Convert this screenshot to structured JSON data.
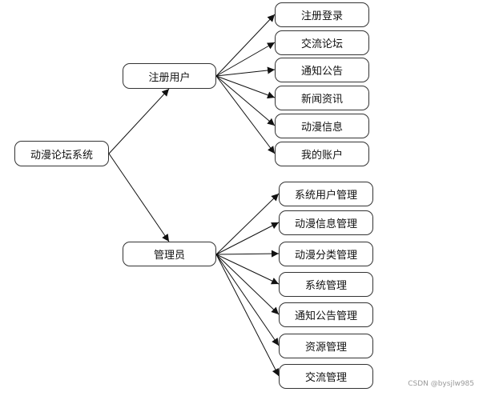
{
  "root": {
    "label": "动漫论坛系统"
  },
  "branches": [
    {
      "label": "注册用户",
      "children": [
        "注册登录",
        "交流论坛",
        "通知公告",
        "新闻资讯",
        "动漫信息",
        "我的账户"
      ]
    },
    {
      "label": "管理员",
      "children": [
        "系统用户管理",
        "动漫信息管理",
        "动漫分类管理",
        "系统管理",
        "通知公告管理",
        "资源管理",
        "交流管理"
      ]
    }
  ],
  "watermark": "CSDN @bysjlw985"
}
